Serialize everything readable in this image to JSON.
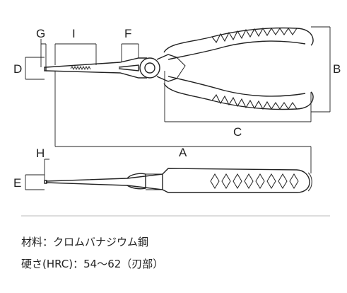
{
  "dimension_labels": {
    "G": "G",
    "I": "I",
    "F": "F",
    "D": "D",
    "B": "B",
    "C": "C",
    "H": "H",
    "A": "A",
    "E": "E"
  },
  "specs": {
    "material": "材料：クロムバナジウム鋼",
    "hardness": "硬さ(HRC)：54〜62（刃部）"
  }
}
